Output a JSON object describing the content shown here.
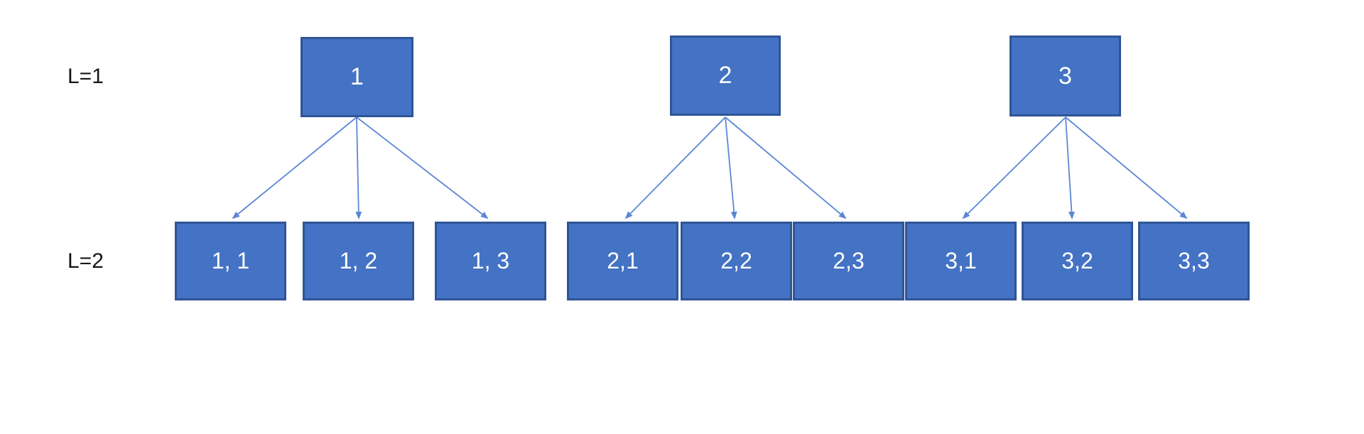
{
  "diagram": {
    "type": "tree",
    "description": "Two-level tree: each level-1 node fans out to three level-2 nodes",
    "colors": {
      "node_fill": "#4472C4",
      "node_border": "#2F5597",
      "connector": "#5B87D5",
      "node_text": "#FFFFFF",
      "label_text": "#161616",
      "background": "#FFFFFF"
    },
    "row_labels": [
      {
        "text": "L=1"
      },
      {
        "text": "L=2"
      }
    ],
    "level1_nodes": [
      {
        "id": "1",
        "label": "1"
      },
      {
        "id": "2",
        "label": "2"
      },
      {
        "id": "3",
        "label": "3"
      }
    ],
    "level2_nodes": [
      {
        "id": "1,1",
        "label": "1, 1"
      },
      {
        "id": "1,2",
        "label": "1, 2"
      },
      {
        "id": "1,3",
        "label": "1, 3"
      },
      {
        "id": "2,1",
        "label": "2,1"
      },
      {
        "id": "2,2",
        "label": "2,2"
      },
      {
        "id": "2,3",
        "label": "2,3"
      },
      {
        "id": "3,1",
        "label": "3,1"
      },
      {
        "id": "3,2",
        "label": "3,2"
      },
      {
        "id": "3,3",
        "label": "3,3"
      }
    ],
    "edges": [
      {
        "from": "1",
        "to": "1,1"
      },
      {
        "from": "1",
        "to": "1,2"
      },
      {
        "from": "1",
        "to": "1,3"
      },
      {
        "from": "2",
        "to": "2,1"
      },
      {
        "from": "2",
        "to": "2,2"
      },
      {
        "from": "2",
        "to": "2,3"
      },
      {
        "from": "3",
        "to": "3,1"
      },
      {
        "from": "3",
        "to": "3,2"
      },
      {
        "from": "3",
        "to": "3,3"
      }
    ]
  }
}
